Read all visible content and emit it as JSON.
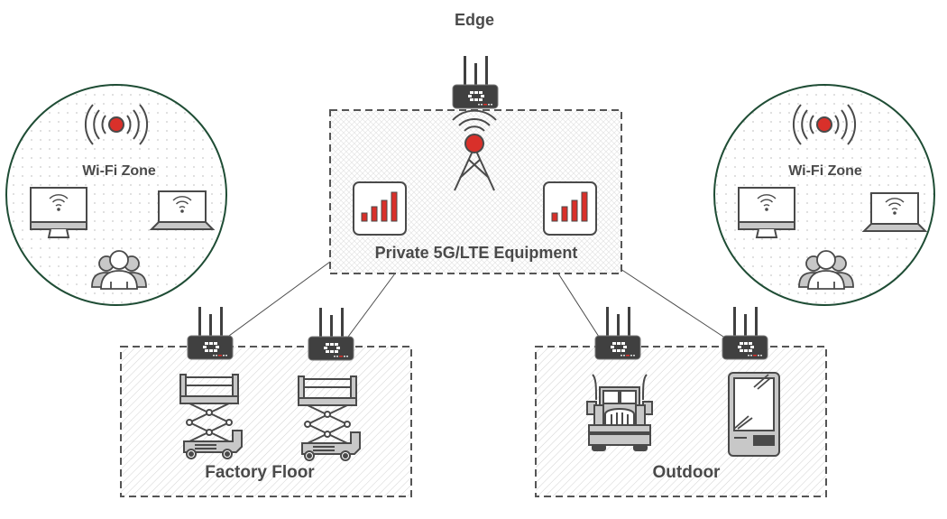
{
  "title": "Edge",
  "colors": {
    "accent_red": "#d9302a",
    "zone_circle_stroke": "#1f4d35",
    "router_body": "#404040",
    "icon_stroke": "#4a4a4a",
    "icon_fill": "#c8c8c8",
    "dash_border": "#555555"
  },
  "core": {
    "label": "Private 5G/LTE Equipment",
    "icons": [
      "cell-tower-icon",
      "signal-bars-icon",
      "signal-bars-icon"
    ]
  },
  "wifi_zones": [
    {
      "label": "Wi-Fi Zone",
      "icons": [
        "wifi-broadcast-icon",
        "desktop-monitor-icon",
        "laptop-icon",
        "users-group-icon"
      ]
    },
    {
      "label": "Wi-Fi Zone",
      "icons": [
        "wifi-broadcast-icon",
        "desktop-monitor-icon",
        "laptop-icon",
        "users-group-icon"
      ]
    }
  ],
  "sites": [
    {
      "label": "Factory Floor",
      "devices": [
        "scissor-lift-icon",
        "scissor-lift-icon"
      ]
    },
    {
      "label": "Outdoor",
      "devices": [
        "truck-icon",
        "kiosk-icon"
      ]
    }
  ],
  "routers": [
    "router-icon",
    "router-icon",
    "router-icon",
    "router-icon",
    "router-icon"
  ]
}
